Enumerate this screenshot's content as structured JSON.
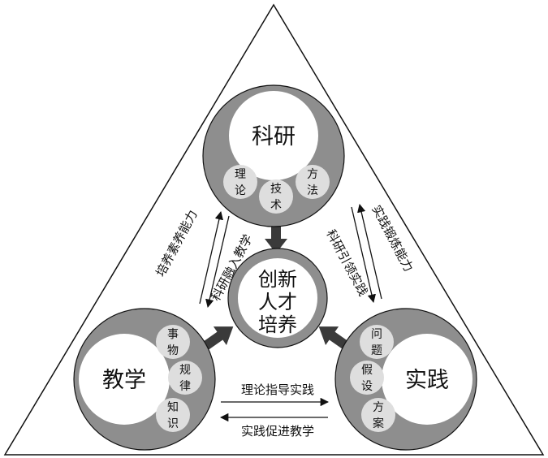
{
  "nodes": {
    "research": {
      "label": "科研",
      "subs": [
        {
          "chars": [
            "理",
            "论"
          ]
        },
        {
          "chars": [
            "技",
            "术"
          ]
        },
        {
          "chars": [
            "方",
            "法"
          ]
        }
      ]
    },
    "teaching": {
      "label": "教学",
      "subs": [
        {
          "chars": [
            "事",
            "物"
          ]
        },
        {
          "chars": [
            "规",
            "律"
          ]
        },
        {
          "chars": [
            "知",
            "识"
          ]
        }
      ]
    },
    "practice": {
      "label": "实践",
      "subs": [
        {
          "chars": [
            "问",
            "题"
          ]
        },
        {
          "chars": [
            "假",
            "设"
          ]
        },
        {
          "chars": [
            "方",
            "案"
          ]
        }
      ]
    },
    "center": {
      "lines": [
        "创新",
        "人才",
        "培养"
      ]
    }
  },
  "relations": {
    "cultivate_literacy": "培养素养能力",
    "research_into_teaching": "科研融入教学",
    "practice_exercise": "实践锻炼能力",
    "research_guides_practice": "科研引领实践",
    "theory_guides_practice": "理论指导实践",
    "practice_promotes_teaching": "实践促进教学"
  },
  "colors": {
    "ring": "#8e8e8e",
    "bubble": "#dedede",
    "inner": "#ffffff",
    "stroke": "#111111",
    "arrow": "#3a3a3a"
  }
}
